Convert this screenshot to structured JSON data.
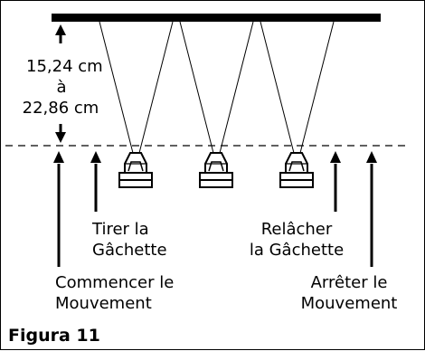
{
  "distance_label": {
    "line1": "15,24 cm",
    "line2": "à",
    "line3": "22,86 cm"
  },
  "labels": {
    "pull_trigger": "Tirer la\nGâchette",
    "release_trigger": "Relâcher\nla Gâchette",
    "start_movement": "Commencer le\nMouvement",
    "stop_movement": "Arrêter le\nMouvement"
  },
  "caption": "Figura 11"
}
